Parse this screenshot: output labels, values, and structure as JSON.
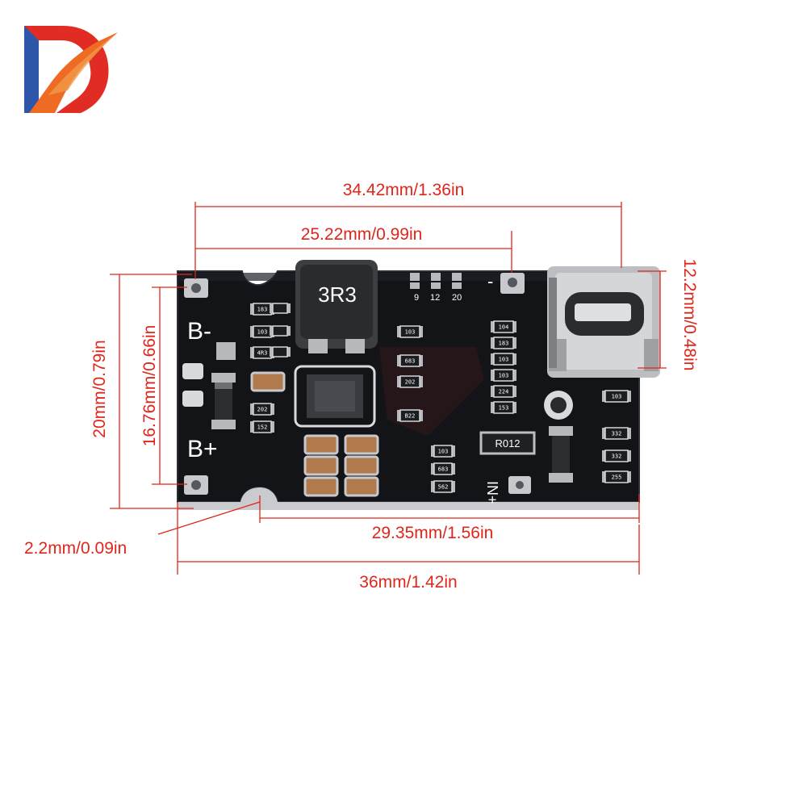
{
  "brand": {
    "logo_name": "brand-logo",
    "colors": {
      "blue": "#2d55a8",
      "orange": "#ef6a22",
      "red": "#e02c22"
    }
  },
  "dimensions": {
    "top_overall": "34.42mm/1.36in",
    "top_inner": "25.22mm/0.99in",
    "right_height": "12.2mm/0.48in",
    "left_outer": "20mm/0.79in",
    "left_inner": "16.76mm/0.66in",
    "edge_offset": "2.2mm/0.09in",
    "bottom_inner": "29.35mm/1.56in",
    "bottom_overall": "36mm/1.42in",
    "line_color": "#e0261b"
  },
  "board": {
    "pcb_color": "#121418",
    "silkscreen": {
      "b_minus": "B-",
      "b_plus": "B+",
      "in_plus": "IN+",
      "minus": "-",
      "inductor_code": "3R3",
      "resistor_code": "R012",
      "pin_labels": [
        "9",
        "12",
        "20"
      ]
    },
    "component_codes": {
      "left_column": [
        "183",
        "103",
        "4R3",
        "202",
        "152"
      ],
      "center_column": [
        "103",
        "683",
        "202",
        "B22"
      ],
      "right_column": [
        "104",
        "183",
        "103",
        "103",
        "224",
        "153"
      ],
      "lower_center": [
        "103",
        "683",
        "562"
      ],
      "led_column": [
        "103",
        "332",
        "332",
        "255"
      ]
    },
    "connector": "usb-type-c"
  }
}
